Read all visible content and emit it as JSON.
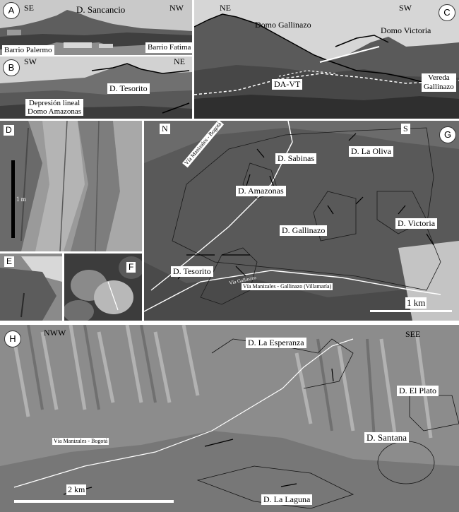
{
  "panels": {
    "A": {
      "letter": "A",
      "left_dir": "SE",
      "right_dir": "NW",
      "title": "D. Sancancio",
      "label_left": "Barrio Palermo",
      "label_right": "Barrio Fatima"
    },
    "B": {
      "letter": "B",
      "left_dir": "SW",
      "right_dir": "NE",
      "title": "D. Tesorito",
      "caption_line1": "Depresión lineal",
      "caption_line2": "Domo Amazonas"
    },
    "C": {
      "letter": "C",
      "left_dir": "NE",
      "right_dir": "SW",
      "dome1": "Domo Gallinazo",
      "dome2": "Domo Victoria",
      "depression": "DA-VT",
      "vereda_line1": "Vereda",
      "vereda_line2": "Gallinazo"
    },
    "D": {
      "letter": "D",
      "scale": "1 m"
    },
    "E": {
      "letter": "E"
    },
    "F": {
      "letter": "F"
    },
    "G": {
      "letter": "G",
      "north": "N",
      "south": "S",
      "domes": [
        "D. Sabinas",
        "D. La Oliva",
        "D. Amazonas",
        "D. Gallinazo",
        "D. Victoria",
        "D. Tesorito"
      ],
      "road1": "Vía Manizales - Bogotá",
      "road2": "Vía Manizales - Gallinazo (Villamaría)",
      "road3": "Vía Gallinazo",
      "scale": "1 km"
    },
    "H": {
      "letter": "H",
      "left_dir": "NWW",
      "right_dir": "SEE",
      "domes": [
        "D. La Esperanza",
        "D. El Plato",
        "D. Santana",
        "D. La Laguna"
      ],
      "road": "Vía Manizales - Bogotá",
      "scale": "2 km"
    }
  }
}
